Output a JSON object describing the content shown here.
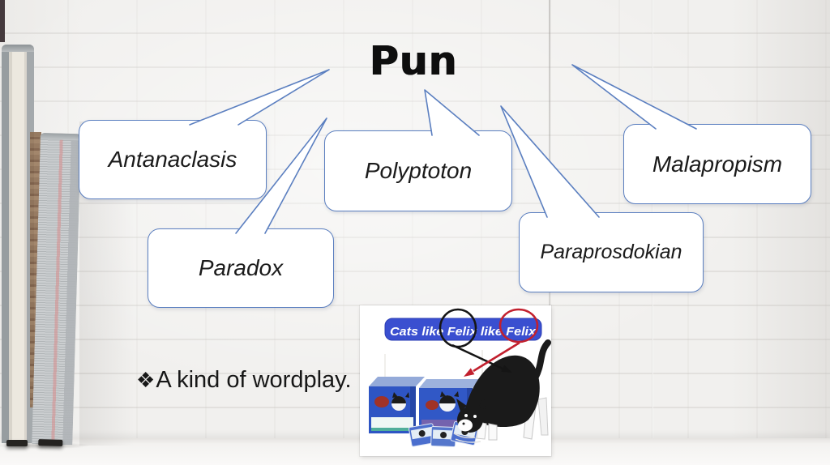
{
  "slide": {
    "title": "Pun",
    "bullet": {
      "symbol": "❖",
      "text": "A kind of wordplay."
    },
    "bubbles": [
      {
        "label": "Antanaclasis"
      },
      {
        "label": "Polyptoton"
      },
      {
        "label": "Malapropism"
      },
      {
        "label": "Paradox"
      },
      {
        "label": "Paraprosdokian"
      }
    ],
    "ad": {
      "caption": "Cats like Felix like Felix"
    },
    "colors": {
      "bubble_border": "#5b7fc0",
      "banner_blue": "#3a4fd0",
      "annotation_black": "#151515",
      "annotation_red": "#c2202e"
    }
  }
}
